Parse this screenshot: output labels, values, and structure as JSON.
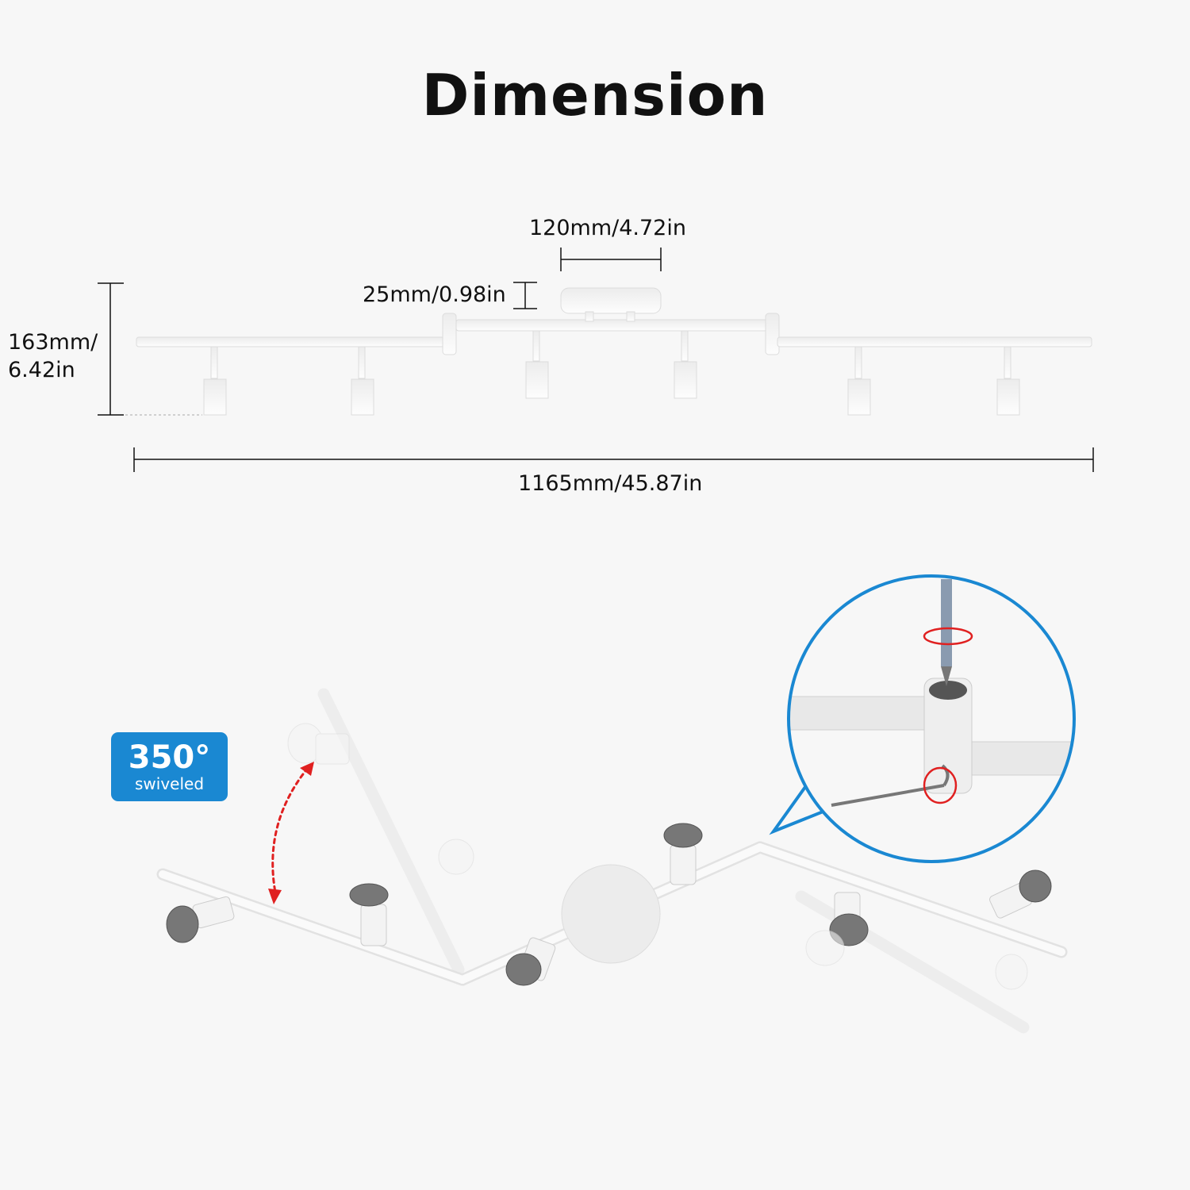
{
  "title": "Dimension",
  "dimensions": {
    "canopy_width": "120mm/4.72in",
    "canopy_height": "25mm/0.98in",
    "height_line1": "163mm/",
    "height_line2": "6.42in",
    "total_length": "1165mm/45.87in"
  },
  "badge": {
    "value": "350°",
    "label": "swiveled"
  },
  "colors": {
    "accent": "#1a88d2",
    "arrow": "#e02020",
    "fixture": "#f2f2f2"
  }
}
